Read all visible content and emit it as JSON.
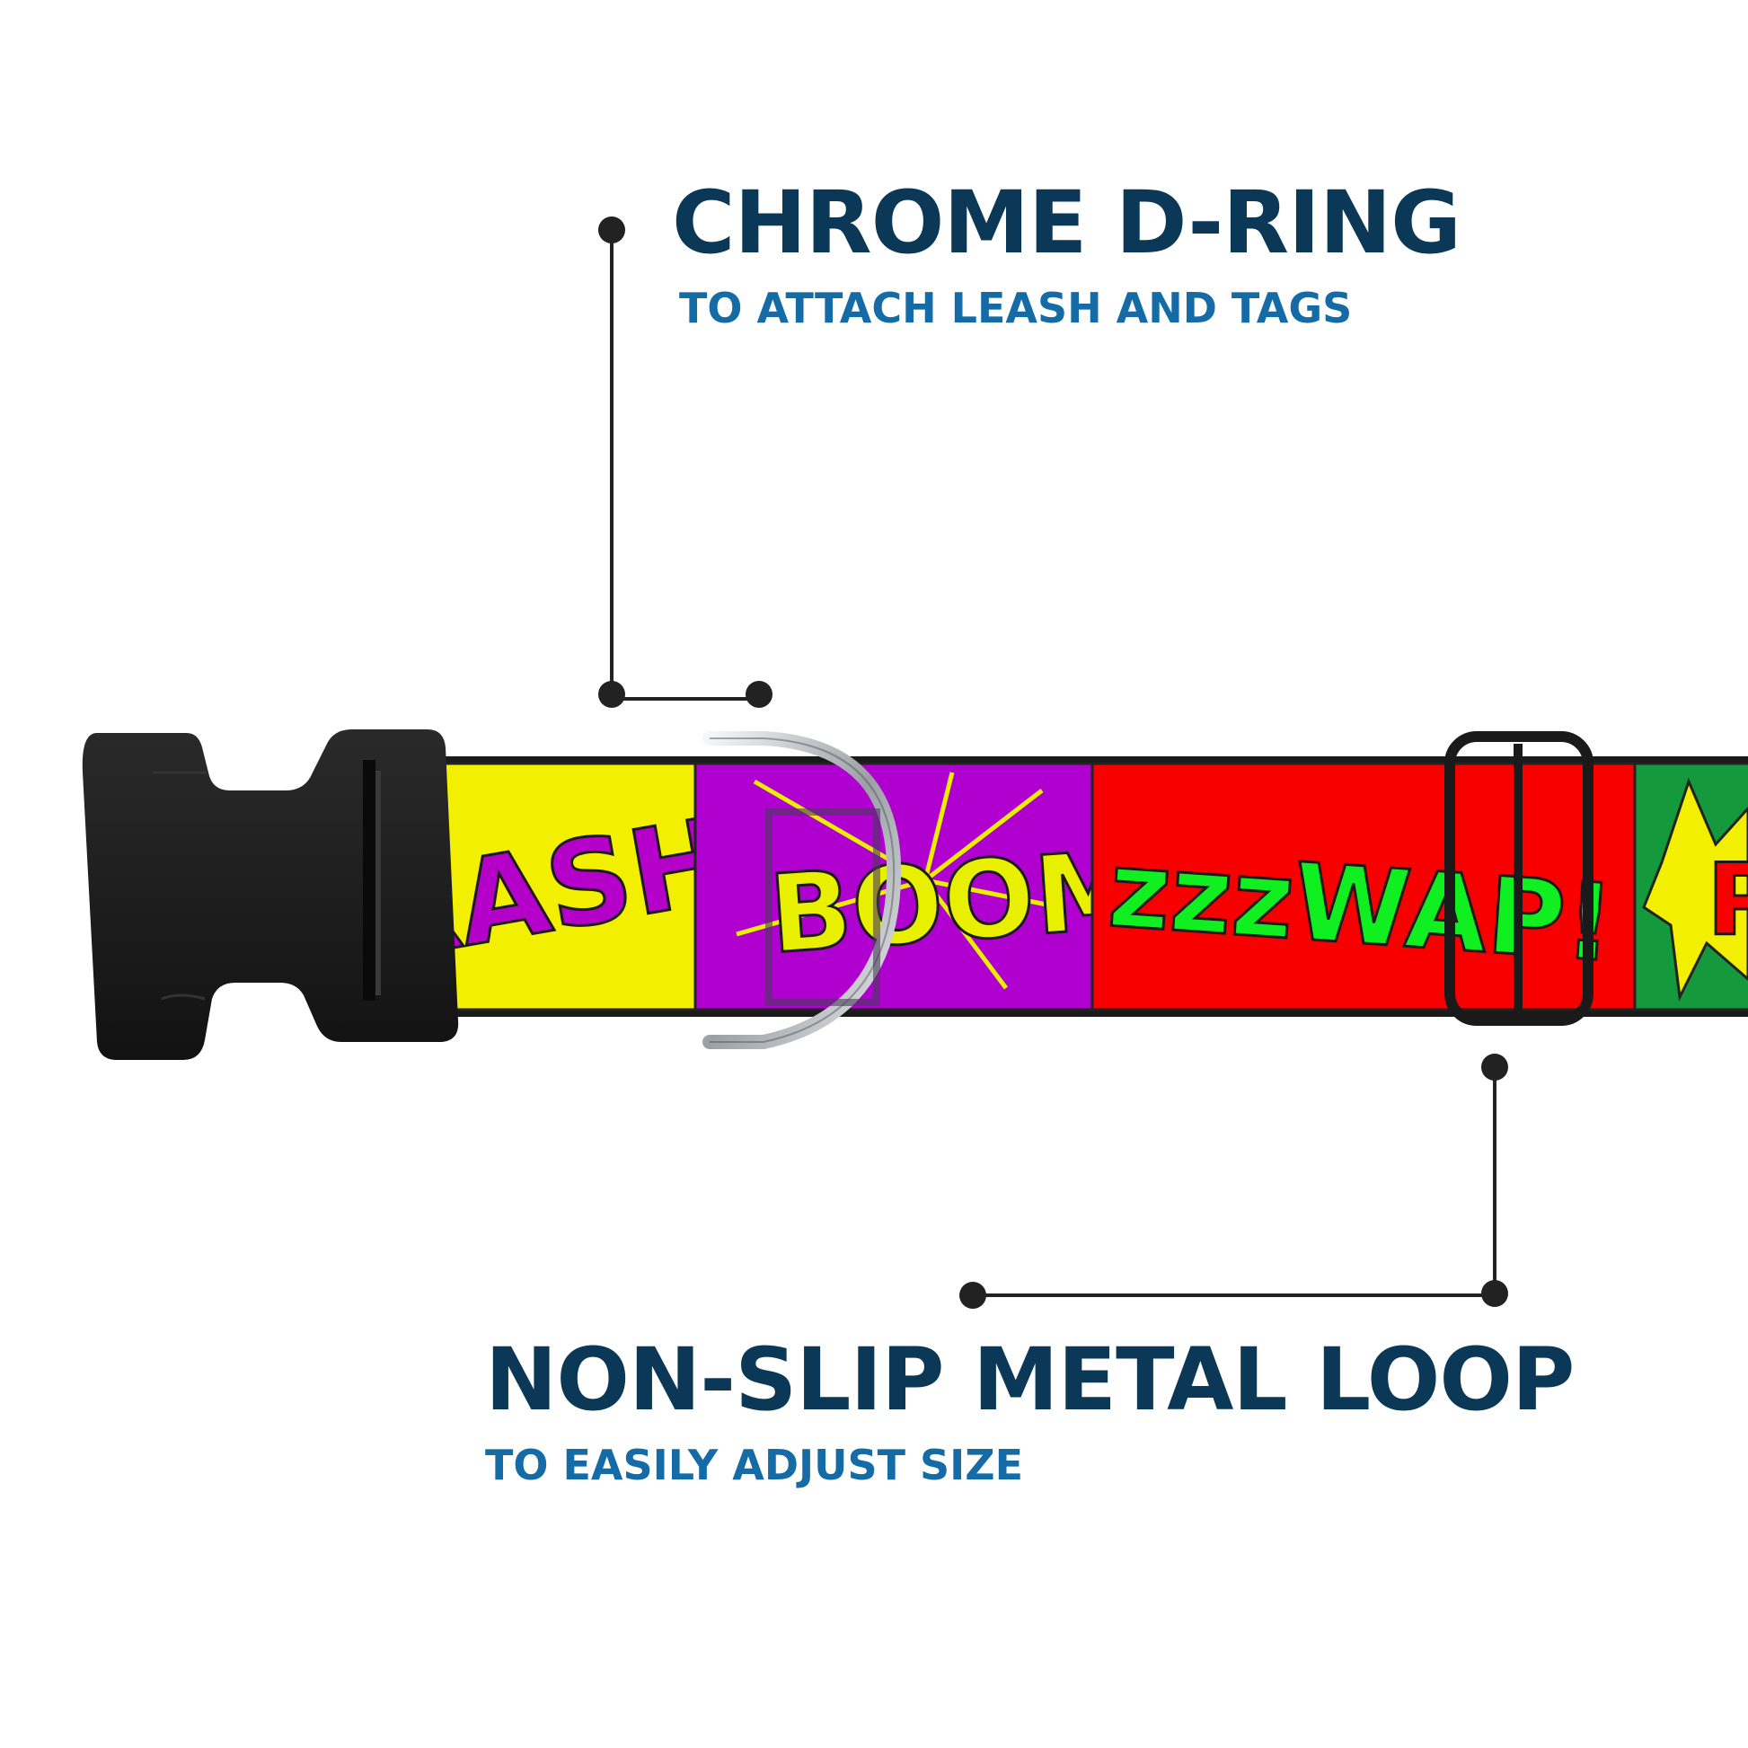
{
  "callouts": {
    "dring": {
      "title": "CHROME D-RING",
      "subtitle": "TO ATTACH LEASH AND TAGS"
    },
    "loop": {
      "title": "NON-SLIP METAL LOOP",
      "subtitle": "TO EASILY ADJUST SIZE"
    }
  },
  "collar": {
    "panels": [
      {
        "name": "yellow-panel",
        "color": "#f2ef00",
        "word": "RASH!",
        "word_color": "#b400c8"
      },
      {
        "name": "purple-panel",
        "color": "#b000d0",
        "word": "BOOM",
        "word_color": "#e8f000"
      },
      {
        "name": "red-panel",
        "color": "#f80000",
        "word": "zzzWAP!",
        "word_color": "#10f020"
      },
      {
        "name": "green-panel",
        "color": "#149a3c",
        "word": "P",
        "word_color": "#f80000"
      }
    ],
    "buckle_color": "#1c1c1c",
    "dring_color": "#c8ccd0",
    "loop_color": "#202020"
  },
  "colors": {
    "title": "#0b3857",
    "subtitle": "#146ba6",
    "leader_line": "#222222"
  }
}
